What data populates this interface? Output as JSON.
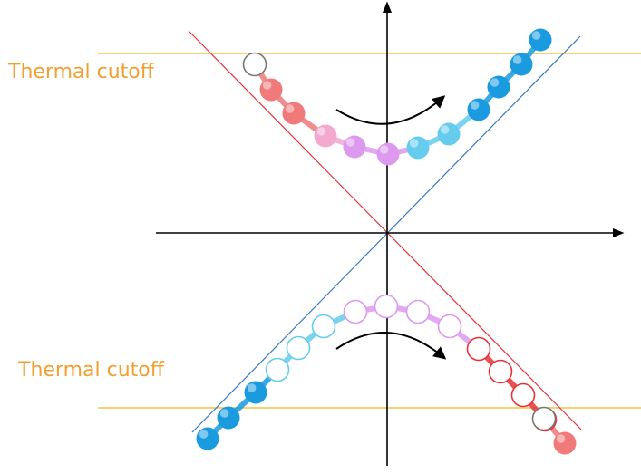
{
  "labels": {
    "upper_cutoff": "Thermal cutoff",
    "lower_cutoff": "Thermal cutoff"
  },
  "colors": {
    "cutoff_line": "#f5c342",
    "label_text": "#f0a030",
    "red_line": "#e8323a",
    "blue_line": "#3a78c0",
    "axis": "#000000",
    "blue_bead": "#1a9be0",
    "light_blue_bead": "#66ccee",
    "pink_bead": "#f07a7a",
    "light_pink_bead": "#f3a8cf",
    "violet_bead": "#dd99ee",
    "gray_ring": "#777777"
  },
  "upper_chain": {
    "beads": [
      {
        "state": "empty",
        "color": "gray_ring"
      },
      {
        "state": "filled",
        "color": "pink_bead"
      },
      {
        "state": "filled",
        "color": "pink_bead"
      },
      {
        "state": "filled",
        "color": "light_pink_bead"
      },
      {
        "state": "filled",
        "color": "violet_bead"
      },
      {
        "state": "filled",
        "color": "violet_bead"
      },
      {
        "state": "filled",
        "color": "light_blue_bead"
      },
      {
        "state": "filled",
        "color": "light_blue_bead"
      },
      {
        "state": "filled",
        "color": "blue_bead"
      },
      {
        "state": "filled",
        "color": "blue_bead"
      },
      {
        "state": "filled",
        "color": "blue_bead"
      },
      {
        "state": "filled",
        "color": "blue_bead"
      }
    ]
  },
  "lower_chain": {
    "beads": [
      {
        "state": "filled",
        "color": "blue_bead"
      },
      {
        "state": "filled",
        "color": "blue_bead"
      },
      {
        "state": "filled",
        "color": "blue_bead"
      },
      {
        "state": "empty",
        "color": "light_blue_bead"
      },
      {
        "state": "empty",
        "color": "light_blue_bead"
      },
      {
        "state": "empty",
        "color": "light_blue_bead"
      },
      {
        "state": "empty",
        "color": "violet_bead"
      },
      {
        "state": "empty",
        "color": "violet_bead"
      },
      {
        "state": "empty",
        "color": "violet_bead"
      },
      {
        "state": "empty",
        "color": "violet_bead"
      },
      {
        "state": "empty",
        "color": "red_line"
      },
      {
        "state": "empty",
        "color": "red_line"
      },
      {
        "state": "empty",
        "color": "red_line"
      },
      {
        "state": "empty",
        "color": "red_line"
      },
      {
        "state": "empty",
        "color": "gray_ring"
      },
      {
        "state": "filled",
        "color": "pink_bead"
      }
    ]
  }
}
